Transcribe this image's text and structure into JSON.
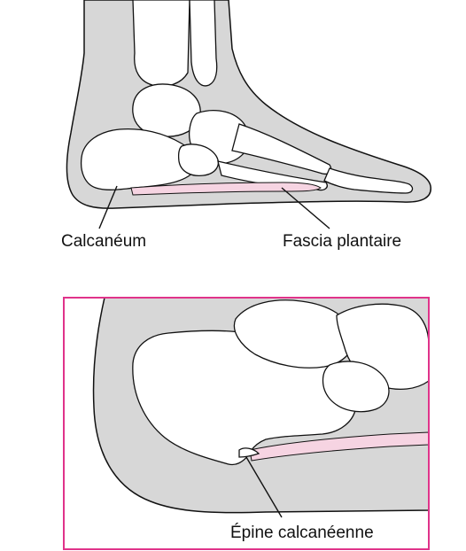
{
  "labels": {
    "calcaneum": "Calcanéum",
    "fascia_plantaire": "Fascia plantaire",
    "epine_calcaneenne": "Épine calcanéenne"
  },
  "colors": {
    "soft_tissue": "#d7d7d7",
    "bone": "#ffffff",
    "fascia": "#f6d4e2",
    "inset_border": "#e0338a",
    "outline": "#111111"
  }
}
